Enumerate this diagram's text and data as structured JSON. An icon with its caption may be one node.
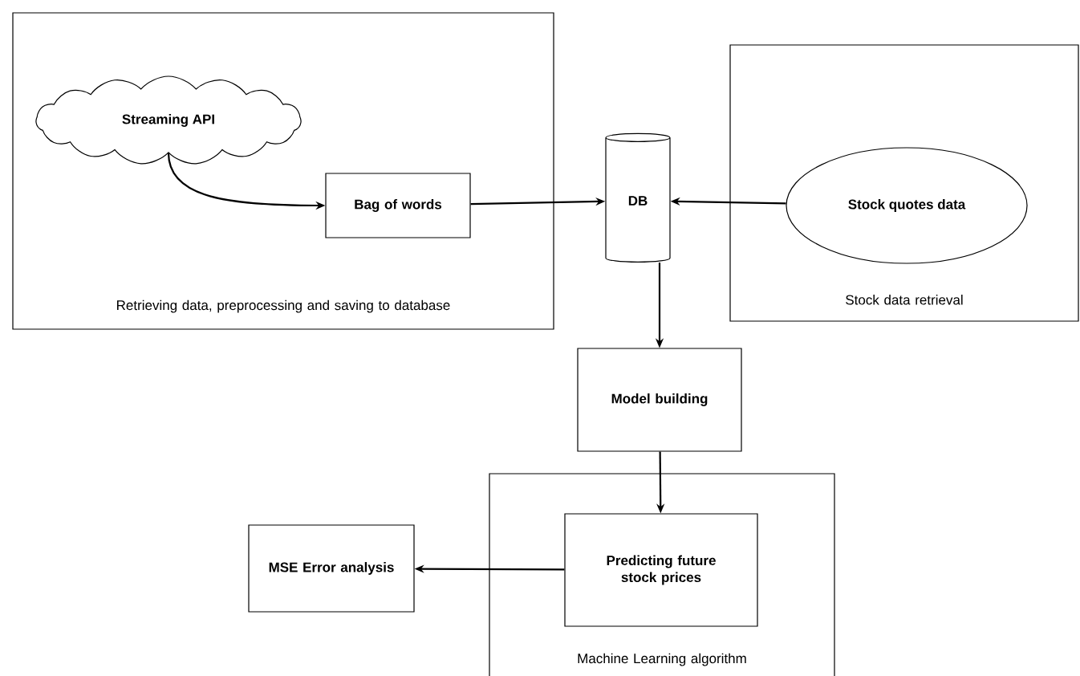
{
  "diagram": {
    "nodes": [
      {
        "text": [
          "Retrieving data,  preprocessing and saving to database"
        ]
      },
      {
        "text": [
          "Streaming API"
        ],
        "in": 0
      },
      {
        "text": [
          "Bag of words"
        ],
        "in": 0
      },
      {
        "text": [
          "DB"
        ]
      },
      {
        "text": [
          "Stock data retrieval"
        ]
      },
      {
        "text": [
          "Stock quotes data"
        ],
        "in": 4
      },
      {
        "text": [
          "Model building"
        ]
      },
      {
        "text": [
          "Machine Learning algorithm"
        ]
      },
      {
        "text": [
          "Predicting future stock prices"
        ],
        "in": 7
      },
      {
        "text": [
          "MSE Error analysis"
        ]
      }
    ],
    "edges": [
      {
        "from": 1,
        "to": 2,
        "arrow": "to"
      },
      {
        "from": 2,
        "to": 3,
        "arrow": "to"
      },
      {
        "from": 5,
        "to": 3,
        "arrow": "to"
      },
      {
        "from": 3,
        "to": 6,
        "arrow": "to"
      },
      {
        "from": 6,
        "to": 8,
        "arrow": "to"
      },
      {
        "from": 8,
        "to": 9,
        "arrow": "to"
      }
    ]
  }
}
